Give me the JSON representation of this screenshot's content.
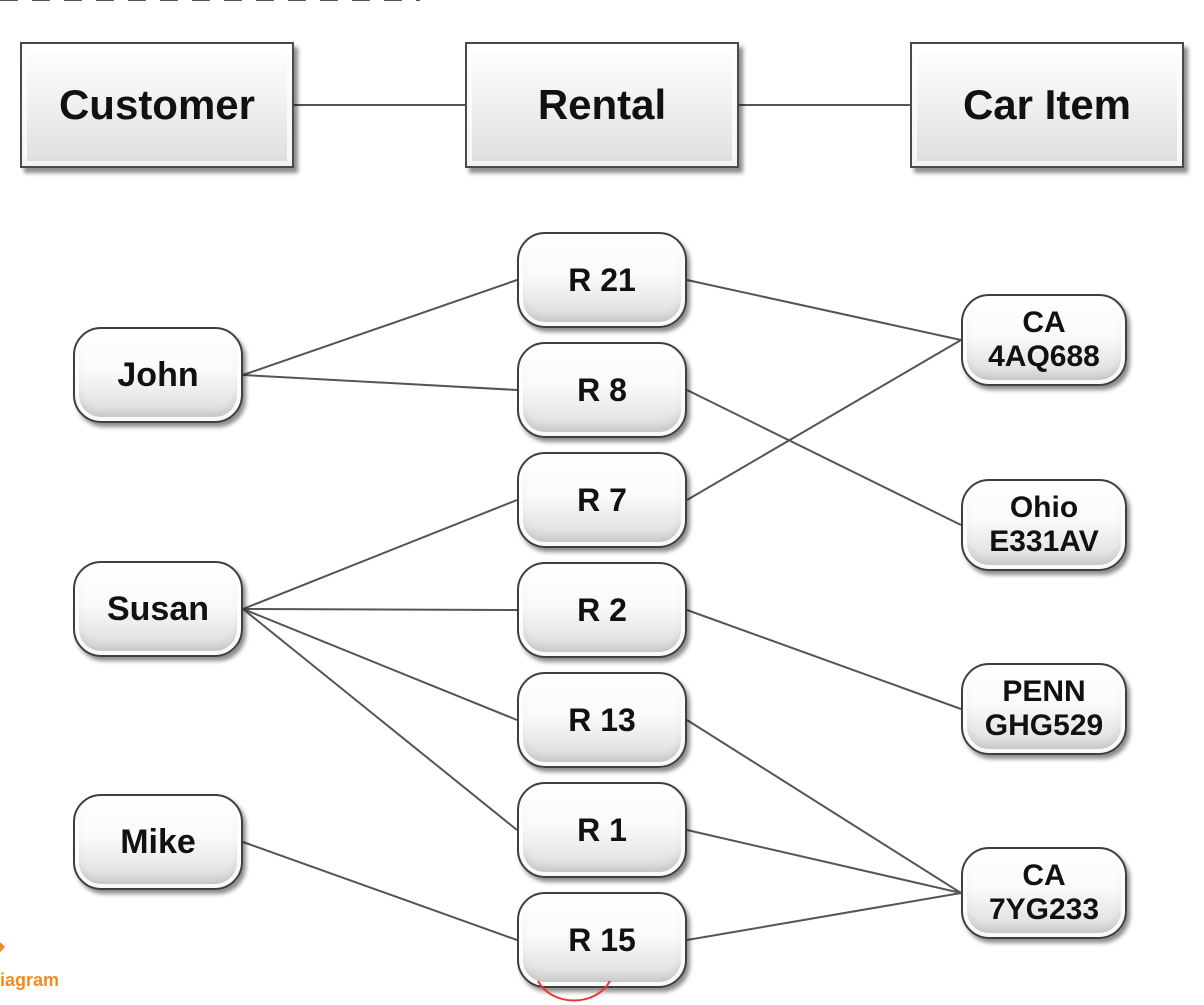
{
  "entities": {
    "customer": "Customer",
    "rental": "Rental",
    "car_item": "Car Item"
  },
  "customers": [
    {
      "id": "john",
      "label": "John"
    },
    {
      "id": "susan",
      "label": "Susan"
    },
    {
      "id": "mike",
      "label": "Mike"
    }
  ],
  "rentals": [
    {
      "id": "r21",
      "label": "R 21"
    },
    {
      "id": "r8",
      "label": "R 8"
    },
    {
      "id": "r7",
      "label": "R 7"
    },
    {
      "id": "r2",
      "label": "R 2"
    },
    {
      "id": "r13",
      "label": "R 13"
    },
    {
      "id": "r1",
      "label": "R 1"
    },
    {
      "id": "r15",
      "label": "R 15"
    }
  ],
  "cars": [
    {
      "id": "ca4aq688",
      "line1": "CA",
      "line2": "4AQ688"
    },
    {
      "id": "ohioe331av",
      "line1": "Ohio",
      "line2": "E331AV"
    },
    {
      "id": "penngh529",
      "line1": "PENN",
      "line2": "GHG529"
    },
    {
      "id": "ca7yg233",
      "line1": "CA",
      "line2": "7YG233"
    }
  ],
  "relationships": {
    "customer_to_rental": [
      {
        "from": "john",
        "to": "r21"
      },
      {
        "from": "john",
        "to": "r8"
      },
      {
        "from": "susan",
        "to": "r7"
      },
      {
        "from": "susan",
        "to": "r2"
      },
      {
        "from": "susan",
        "to": "r13"
      },
      {
        "from": "susan",
        "to": "r1"
      },
      {
        "from": "mike",
        "to": "r15"
      }
    ],
    "rental_to_car": [
      {
        "from": "r21",
        "to": "ca4aq688"
      },
      {
        "from": "r8",
        "to": "ohioe331av"
      },
      {
        "from": "r7",
        "to": "ca4aq688"
      },
      {
        "from": "r2",
        "to": "penngh529"
      },
      {
        "from": "r13",
        "to": "ca7yg233"
      },
      {
        "from": "r1",
        "to": "ca7yg233"
      },
      {
        "from": "r15",
        "to": "ca7yg233"
      }
    ]
  },
  "brand": {
    "text": "iagram"
  },
  "colors": {
    "line": "#555555",
    "brand": "#f28b20",
    "selection": "#e53935"
  }
}
